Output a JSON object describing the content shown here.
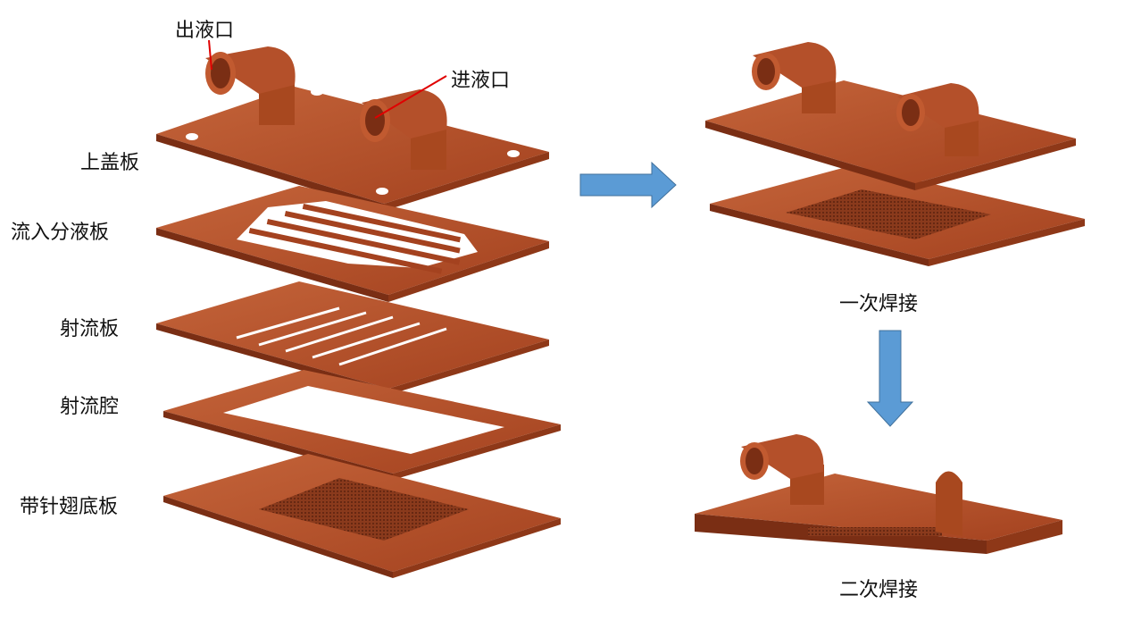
{
  "labels": {
    "outlet": "出液口",
    "inlet": "进液口",
    "top_cover": "上盖板",
    "distributor": "流入分液板",
    "jet_plate": "射流板",
    "jet_cavity": "射流腔",
    "base_plate": "带针翅底板",
    "first_weld": "一次焊接",
    "second_weld": "二次焊接"
  },
  "colors": {
    "copper": "#b4502a",
    "copper_dark": "#7a2e14",
    "arrow": "#5b9bd5",
    "leader": "#e00000"
  }
}
